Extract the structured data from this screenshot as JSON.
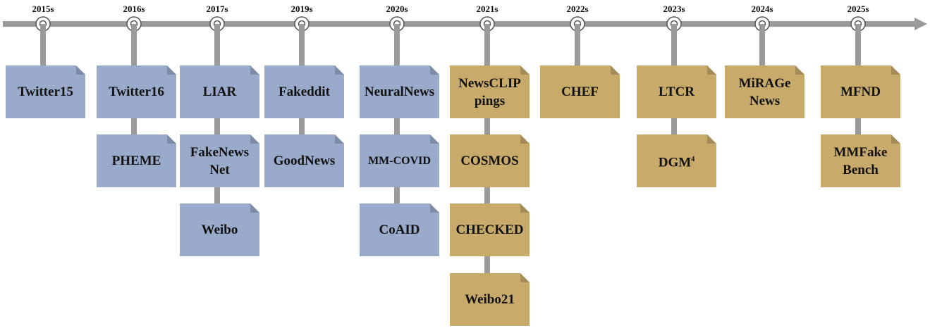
{
  "colors": {
    "axis": "#9a9a9a",
    "before_2021": "#9aaacb",
    "from_2021": "#c8aa6a"
  },
  "timeline": [
    {
      "year": "2015s",
      "datasets": [
        {
          "name": "Twitter15",
          "group": "before_2021"
        }
      ]
    },
    {
      "year": "2016s",
      "datasets": [
        {
          "name": "Twitter16",
          "group": "before_2021"
        },
        {
          "name": "PHEME",
          "group": "before_2021"
        }
      ]
    },
    {
      "year": "2017s",
      "datasets": [
        {
          "name": "LIAR",
          "group": "before_2021"
        },
        {
          "name": "FakeNews Net",
          "group": "before_2021"
        },
        {
          "name": "Weibo",
          "group": "before_2021"
        }
      ]
    },
    {
      "year": "2019s",
      "datasets": [
        {
          "name": "Fakeddit",
          "group": "before_2021"
        },
        {
          "name": "GoodNews",
          "group": "before_2021"
        }
      ]
    },
    {
      "year": "2020s",
      "datasets": [
        {
          "name": "NeuralNews",
          "group": "before_2021"
        },
        {
          "name": "MM-COVID",
          "group": "before_2021"
        },
        {
          "name": "CoAID",
          "group": "before_2021"
        }
      ]
    },
    {
      "year": "2021s",
      "datasets": [
        {
          "name": "NewsCLIP pings",
          "group": "from_2021"
        },
        {
          "name": "COSMOS",
          "group": "from_2021"
        },
        {
          "name": "CHECKED",
          "group": "from_2021"
        },
        {
          "name": "Weibo21",
          "group": "from_2021"
        }
      ]
    },
    {
      "year": "2022s",
      "datasets": [
        {
          "name": "CHEF",
          "group": "from_2021"
        }
      ]
    },
    {
      "year": "2023s",
      "datasets": [
        {
          "name": "LTCR",
          "group": "from_2021"
        },
        {
          "name": "DGM",
          "superscript": "4",
          "group": "from_2021"
        }
      ]
    },
    {
      "year": "2024s",
      "datasets": [
        {
          "name": "MiRAGe News",
          "group": "from_2021"
        }
      ]
    },
    {
      "year": "2025s",
      "datasets": [
        {
          "name": "MFND",
          "group": "from_2021"
        },
        {
          "name": "MMFake Bench",
          "group": "from_2021"
        }
      ]
    }
  ]
}
